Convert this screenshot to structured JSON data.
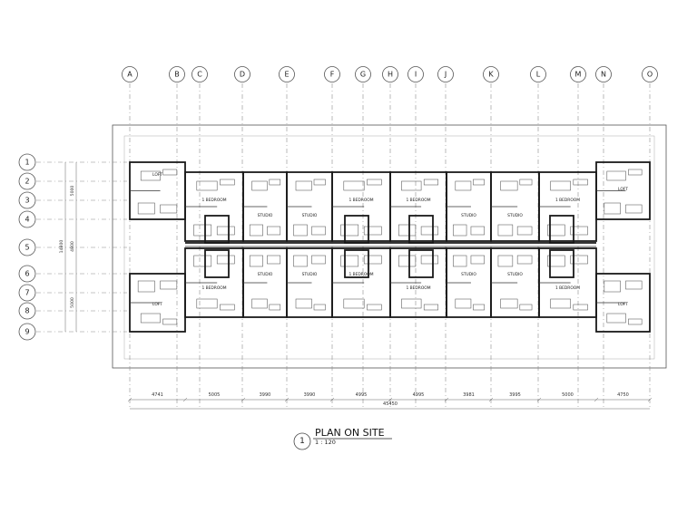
{
  "grid": {
    "columns": [
      "A",
      "B",
      "C",
      "D",
      "E",
      "F",
      "G",
      "H",
      "I",
      "J",
      "K",
      "L",
      "M",
      "N",
      "O"
    ],
    "rows": [
      "1",
      "2",
      "3",
      "4",
      "5",
      "6",
      "7",
      "8",
      "9"
    ]
  },
  "rooms": {
    "top": [
      "LOFT",
      "1 BEDROOM",
      "STUDIO",
      "STUDIO",
      "1 BEDROOM",
      "1 BEDROOM",
      "STUDIO",
      "STUDIO",
      "1 BEDROOM",
      "LOFT"
    ],
    "bottom": [
      "LOFT",
      "1 BEDROOM",
      "STUDIO",
      "STUDIO",
      "1 BEDROOM",
      "1 BEDROOM",
      "STUDIO",
      "STUDIO",
      "1 BEDROOM",
      "LOFT"
    ]
  },
  "dimensions": {
    "horizontal": [
      "4741",
      "5005",
      "3990",
      "3990",
      "4995",
      "4995",
      "3981",
      "3995",
      "5000",
      "4750"
    ],
    "total": "45450",
    "vertical": [
      "5000",
      "4800",
      "5000"
    ],
    "vertical_total": "14800"
  },
  "title": {
    "number": "1",
    "name": "PLAN ON SITE",
    "scale": "1 : 120"
  }
}
